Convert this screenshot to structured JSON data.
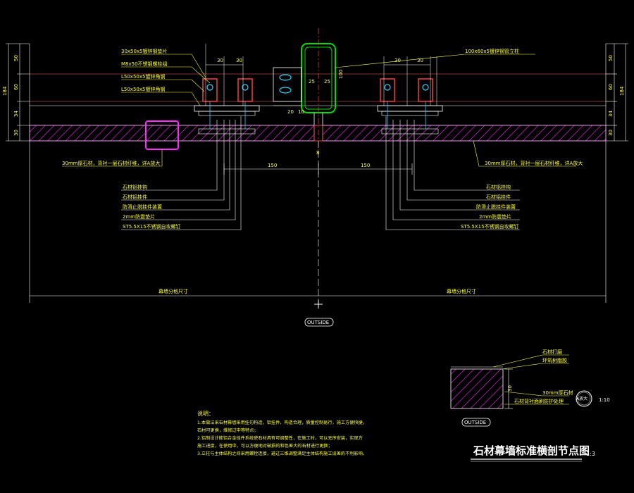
{
  "title": "石材幕墙标准横剖节点图",
  "scale": "1:3",
  "outside_label": "OUTSIDE",
  "colors": {
    "background": "#000000",
    "dim_line": "#ffffff",
    "leader": "#ffff3c",
    "hatch": "#ff2bff",
    "column": "#00e000",
    "bracket": "#ff3b3b",
    "callout_box": "#ff2bff",
    "cyan": "#22d4ff"
  },
  "top_left_labels": [
    "30x50x5镀锌钢垫片",
    "M8x50不锈钢螺栓组",
    "L50x50x5镀锌角钢",
    "L50x50x5镀锌角钢"
  ],
  "top_right_label": "100x60x5镀锌钢管立柱",
  "top_dims": {
    "left_a": "30",
    "left_b": "30",
    "right_a": "30",
    "right_b": "30",
    "center_a": "25",
    "center_b": "25",
    "center_c": "20",
    "center_d": "10",
    "center_h": "100",
    "joint": "8"
  },
  "side_dims": [
    "50",
    "60",
    "34",
    "30"
  ],
  "side_total": "184",
  "stone_note_left": "30mm厚石材，背衬一层石材纤维，详A放大",
  "stone_note_right": "30mm厚石材，背衬一层石材纤维，详A放大",
  "span_dims": [
    "150",
    "150"
  ],
  "callouts_left": [
    "石材铝挂钩",
    "石材铝挂件",
    "防滑止脱挂件装置",
    "2mm防震垫片",
    "ST5.5X15不锈钢自攻螺钉"
  ],
  "callouts_right": [
    "石材铝挂钩",
    "石材铝挂件",
    "防滑止脱挂件装置",
    "2mm防震垫片",
    "ST5.5X15不锈钢自攻螺钉"
  ],
  "module_left": "幕墙分格尺寸",
  "module_right": "幕墙分格尺寸",
  "detail": {
    "label_top1": "石材打磨",
    "label_top2": "环氧树脂胶",
    "label_side1": "30mm厚石材",
    "label_side2": "石材背衬面刷防护处理",
    "dim": "30",
    "outside": "OUTSIDE",
    "tag": "A放大",
    "tag_scale": "1:10"
  },
  "notes": {
    "heading": "说明：",
    "lines": [
      "1.本做法采石材幕墙采用挂勾构造，铝挂件、构造合理，质量控制易行，施工方便快捷，",
      "石材可更换，维修过中等特点；",
      "2.铝制设计能铝合金挂件系统使石材具有可调整性，在施工时，可以无序安装，实现方",
      "  施工进度，在使用中，可以方便地对破损的和色差大的石材进行更换；",
      "3.立柱与主体结构之间采用螺栓连接，避过三维调整满足主体结构施工误差的不利影响。"
    ]
  }
}
